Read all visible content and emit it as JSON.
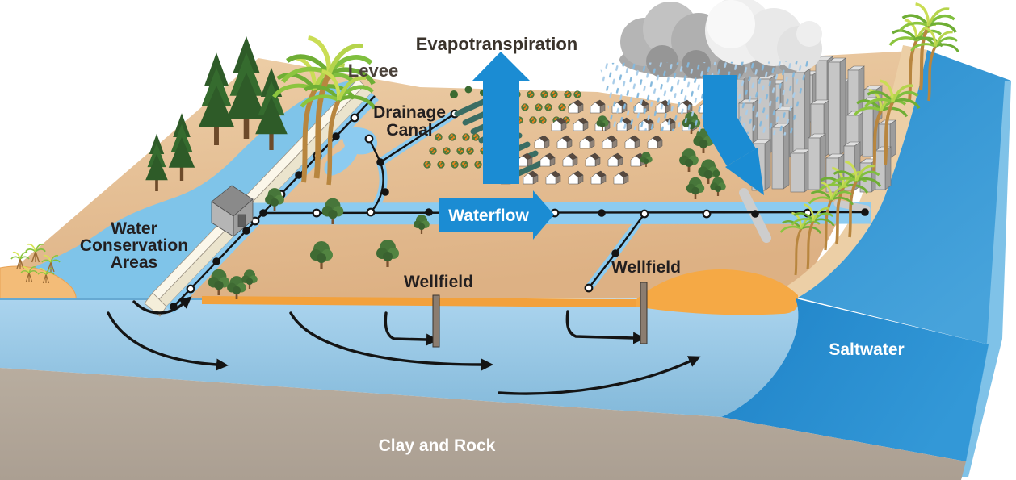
{
  "diagram": {
    "type": "water-system-block-diagram",
    "labels": {
      "evapotranspiration": "Evapotranspiration",
      "levee": "Levee",
      "drainage_canal": [
        "Drainage",
        "Canal"
      ],
      "water_conservation_areas": [
        "Water",
        "Conservation",
        "Areas"
      ],
      "waterflow": "Waterflow",
      "wellfield_left": "Wellfield",
      "wellfield_right": "Wellfield",
      "saltwater": "Saltwater",
      "clay_and_rock": "Clay and Rock"
    },
    "colors": {
      "arrow_blue": "#1b8cd3",
      "canal_blue": "#8ccbf0",
      "conservation_water_blue": "#7fc4e9",
      "ocean_blue": "#2f93d3",
      "ocean_side_blue": "#7fc2e8",
      "saltwater_blue": "#2387ca",
      "aquifer_light_blue": "#abd4ee",
      "aquifer_deep_blue": "#86bbdc",
      "land_tan": "#e7c199",
      "sand_orange": "#f2a13c",
      "clay_taupe": "#b3a89b",
      "levee_cream": "#f8f3e2",
      "cloud_gray": "#c9c9c9",
      "flow_line_black": "#141414",
      "label_dark": "#231f20",
      "label_white": "#ffffff"
    }
  }
}
